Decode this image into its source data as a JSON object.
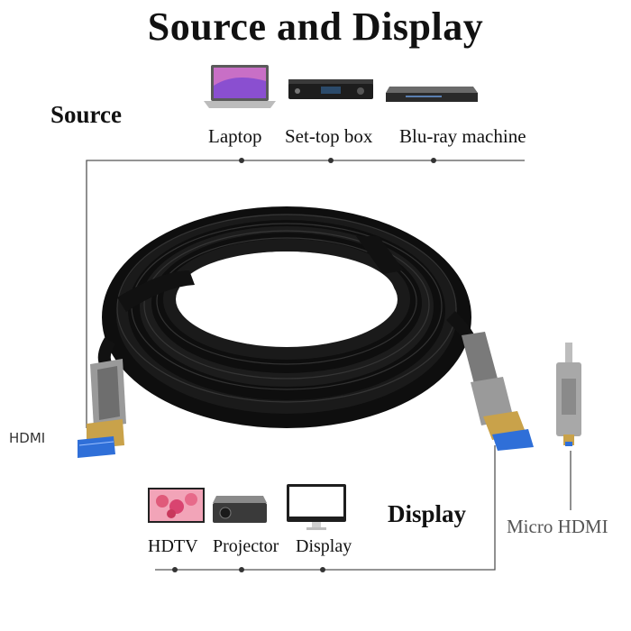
{
  "title": "Source and Display",
  "source": {
    "heading": "Source",
    "devices": [
      "Laptop",
      "Set-top box",
      "Blu-ray machine"
    ]
  },
  "display": {
    "heading": "Display",
    "devices": [
      "HDTV",
      "Projector",
      "Display"
    ]
  },
  "connectors": {
    "hdmi": "HDMI",
    "micro_hdmi": "Micro HDMI"
  },
  "colors": {
    "line": "#555555",
    "cable": "#111111",
    "connector_metal": "#9a9a9a",
    "contacts": "#2f6fd8"
  }
}
